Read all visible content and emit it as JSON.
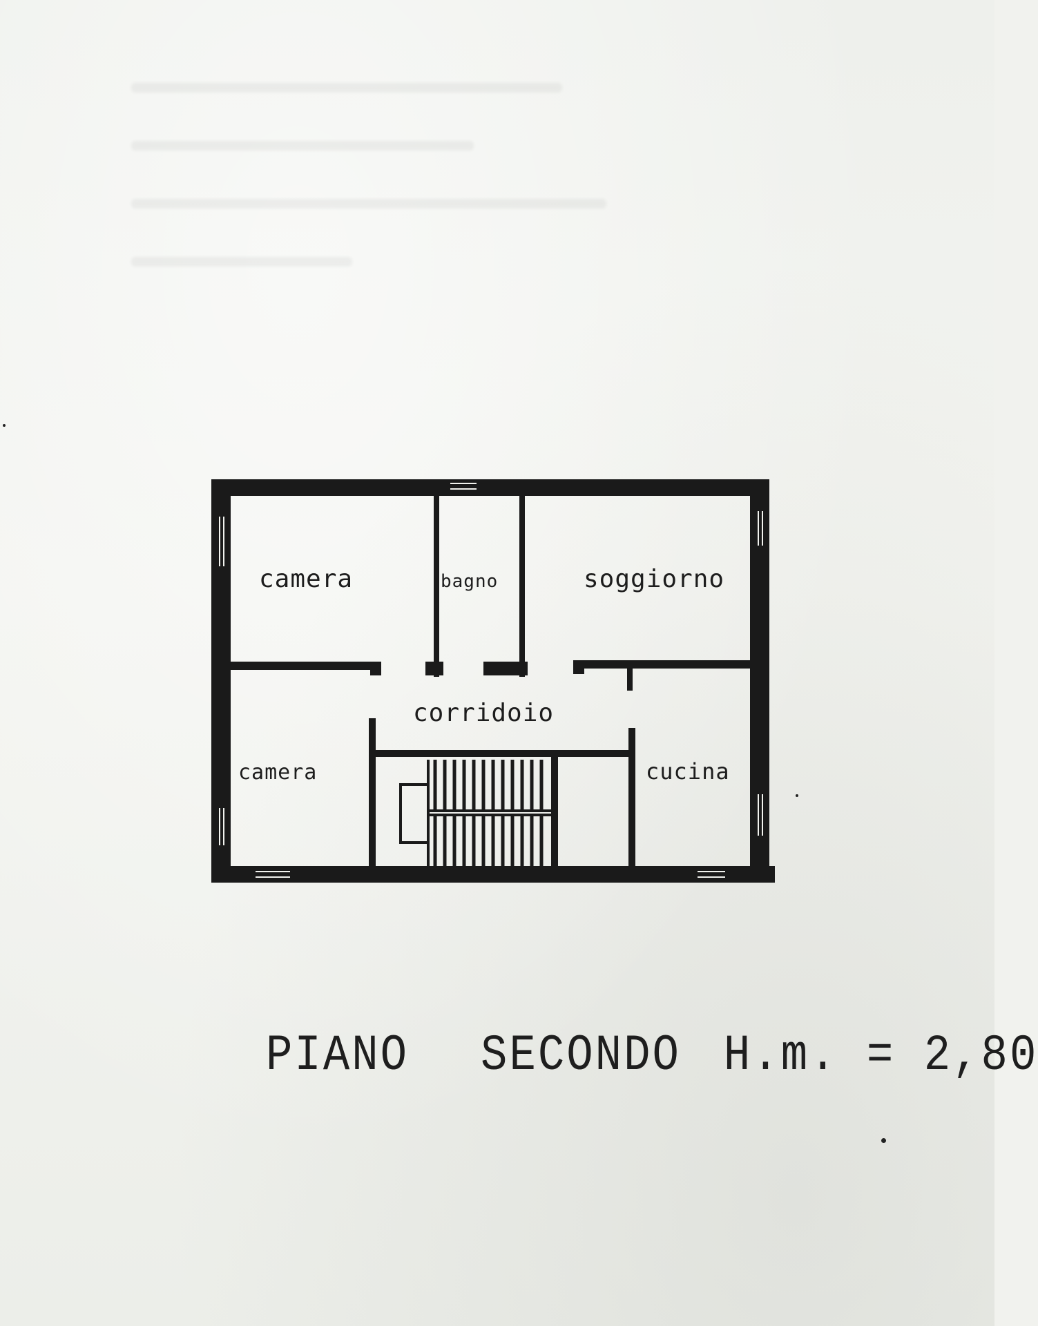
{
  "floor_plan": {
    "rooms": [
      {
        "id": "camera-top-left",
        "label": "camera"
      },
      {
        "id": "bagno",
        "label": "bagno"
      },
      {
        "id": "soggiorno",
        "label": "soggiorno"
      },
      {
        "id": "corridoio",
        "label": "corridoio"
      },
      {
        "id": "camera-bottom-left",
        "label": "camera"
      },
      {
        "id": "cucina",
        "label": "cucina"
      }
    ]
  },
  "caption": {
    "word1": "PIANO",
    "word2": "SECONDO",
    "height_note": "H.m. = 2,80"
  },
  "colors": {
    "ink": "#1d1d1d",
    "paper": "#f1f2ee"
  }
}
